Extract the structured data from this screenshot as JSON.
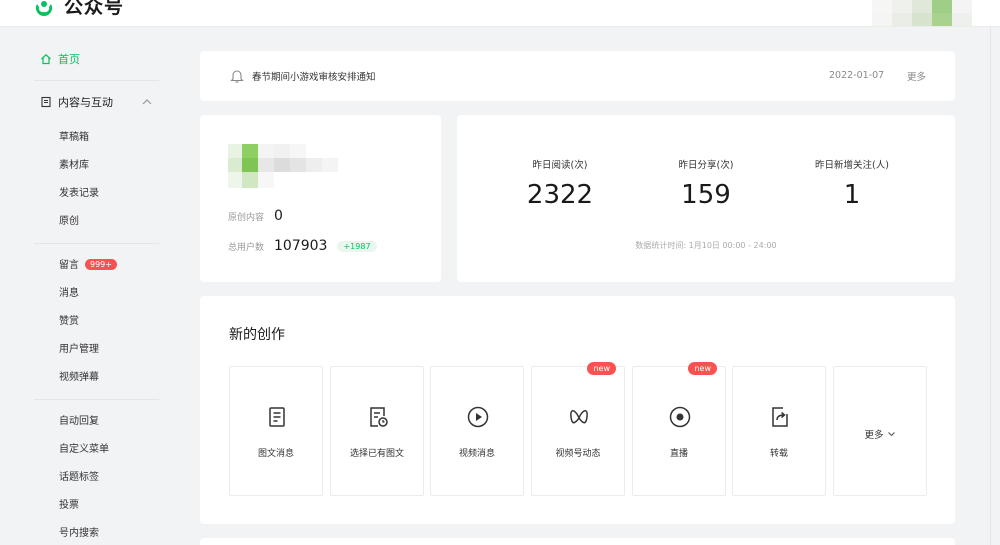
{
  "header": {
    "app_name": "公众号",
    "logo_icon": "wechat-official-account-logo-icon",
    "brand_color": "#07c160"
  },
  "sidebar": {
    "home": {
      "label": "首页",
      "icon": "home-icon"
    },
    "section": {
      "label": "内容与互动",
      "icon": "document-icon",
      "expanded_icon": "chevron-up-icon"
    },
    "content_items": [
      {
        "label": "草稿箱"
      },
      {
        "label": "素材库"
      },
      {
        "label": "发表记录"
      },
      {
        "label": "原创"
      }
    ],
    "interaction_items": [
      {
        "label": "留言",
        "badge": "999+"
      },
      {
        "label": "消息"
      },
      {
        "label": "赞赏"
      },
      {
        "label": "用户管理"
      },
      {
        "label": "视频弹幕"
      }
    ],
    "feature_items": [
      {
        "label": "自动回复"
      },
      {
        "label": "自定义菜单"
      },
      {
        "label": "话题标签"
      },
      {
        "label": "投票"
      },
      {
        "label": "号内搜索"
      }
    ]
  },
  "notice": {
    "icon": "bell-icon",
    "text": "春节期间小游戏审核安排通知",
    "date": "2022-01-07",
    "more": "更多"
  },
  "account": {
    "original_label": "原创内容",
    "original_value": "0",
    "users_label": "总用户数",
    "users_value": "107903",
    "users_delta": "+1987"
  },
  "stats": {
    "items": [
      {
        "label": "昨日阅读(次)",
        "value": "2322"
      },
      {
        "label": "昨日分享(次)",
        "value": "159"
      },
      {
        "label": "昨日新增关注(人)",
        "value": "1"
      }
    ],
    "note": "数据统计时间: 1月10日 00:00 - 24:00"
  },
  "create": {
    "title": "新的创作",
    "tiles": [
      {
        "label": "图文消息",
        "icon": "article-icon",
        "new": ""
      },
      {
        "label": "选择已有图文",
        "icon": "existing-article-icon",
        "new": ""
      },
      {
        "label": "视频消息",
        "icon": "play-icon",
        "new": ""
      },
      {
        "label": "视频号动态",
        "icon": "channels-icon",
        "new": "new"
      },
      {
        "label": "直播",
        "icon": "live-icon",
        "new": "new"
      },
      {
        "label": "转载",
        "icon": "repost-icon",
        "new": ""
      }
    ],
    "more": "更多"
  }
}
